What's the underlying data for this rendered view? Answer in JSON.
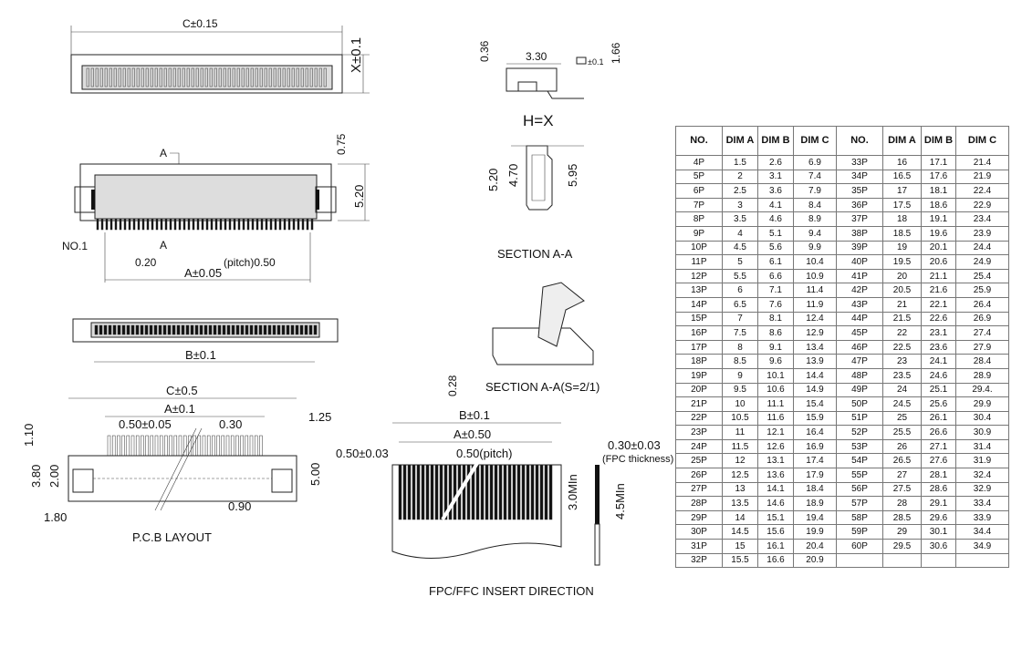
{
  "top_view": {
    "c": "C±0.15",
    "x": "X±0.1"
  },
  "side_view": {
    "d036": "0.36",
    "d330": "3.30",
    "d166": "1.66",
    "tol": "±0.1",
    "hx": "H=X"
  },
  "front_view": {
    "a_top": "A",
    "d075": "0.75",
    "d520": "5.20",
    "no1": "NO.1",
    "a_bot": "A",
    "d020": "0.20",
    "pitch": "(pitch)0.50",
    "a005": "A±0.05"
  },
  "section": {
    "d520": "5.20",
    "d470": "4.70",
    "d595": "5.95",
    "title": "SECTION A-A"
  },
  "bottom_view": {
    "b": "B±0.1"
  },
  "section_scaled": {
    "d028": "0.28",
    "title": "SECTION  A-A(S=2/1)"
  },
  "pcb": {
    "c": "C±0.5",
    "a": "A±0.1",
    "d050": "0.50±0.05",
    "d030": "0.30",
    "d125": "1.25",
    "d110": "1.10",
    "d380": "3.80",
    "d200": "2.00",
    "d500": "5.00",
    "d090": "0.90",
    "d180": "1.80",
    "title": "P.C.B LAYOUT"
  },
  "fpc": {
    "b": "B±0.1",
    "a": "A±0.50",
    "d050": "0.50±0.03",
    "pitch": "0.50(pitch)",
    "thick": "0.30±0.03",
    "thick_label": "(FPC thickness)",
    "min3": "3.0MIn",
    "min45": "4.5MIn",
    "title": "FPC/FFC INSERT DIRECTION"
  },
  "table": {
    "headers": [
      "NO.",
      "DIM A",
      "DIM B",
      "DIM C",
      "NO.",
      "DIM A",
      "DIM B",
      "DIM C"
    ],
    "rows": [
      [
        "4P",
        "1.5",
        "2.6",
        "6.9",
        "33P",
        "16",
        "17.1",
        "21.4"
      ],
      [
        "5P",
        "2",
        "3.1",
        "7.4",
        "34P",
        "16.5",
        "17.6",
        "21.9"
      ],
      [
        "6P",
        "2.5",
        "3.6",
        "7.9",
        "35P",
        "17",
        "18.1",
        "22.4"
      ],
      [
        "7P",
        "3",
        "4.1",
        "8.4",
        "36P",
        "17.5",
        "18.6",
        "22.9"
      ],
      [
        "8P",
        "3.5",
        "4.6",
        "8.9",
        "37P",
        "18",
        "19.1",
        "23.4"
      ],
      [
        "9P",
        "4",
        "5.1",
        "9.4",
        "38P",
        "18.5",
        "19.6",
        "23.9"
      ],
      [
        "10P",
        "4.5",
        "5.6",
        "9.9",
        "39P",
        "19",
        "20.1",
        "24.4"
      ],
      [
        "11P",
        "5",
        "6.1",
        "10.4",
        "40P",
        "19.5",
        "20.6",
        "24.9"
      ],
      [
        "12P",
        "5.5",
        "6.6",
        "10.9",
        "41P",
        "20",
        "21.1",
        "25.4"
      ],
      [
        "13P",
        "6",
        "7.1",
        "11.4",
        "42P",
        "20.5",
        "21.6",
        "25.9"
      ],
      [
        "14P",
        "6.5",
        "7.6",
        "11.9",
        "43P",
        "21",
        "22.1",
        "26.4"
      ],
      [
        "15P",
        "7",
        "8.1",
        "12.4",
        "44P",
        "21.5",
        "22.6",
        "26.9"
      ],
      [
        "16P",
        "7.5",
        "8.6",
        "12.9",
        "45P",
        "22",
        "23.1",
        "27.4"
      ],
      [
        "17P",
        "8",
        "9.1",
        "13.4",
        "46P",
        "22.5",
        "23.6",
        "27.9"
      ],
      [
        "18P",
        "8.5",
        "9.6",
        "13.9",
        "47P",
        "23",
        "24.1",
        "28.4"
      ],
      [
        "19P",
        "9",
        "10.1",
        "14.4",
        "48P",
        "23.5",
        "24.6",
        "28.9"
      ],
      [
        "20P",
        "9.5",
        "10.6",
        "14.9",
        "49P",
        "24",
        "25.1",
        "29.4."
      ],
      [
        "21P",
        "10",
        "11.1",
        "15.4",
        "50P",
        "24.5",
        "25.6",
        "29.9"
      ],
      [
        "22P",
        "10.5",
        "11.6",
        "15.9",
        "51P",
        "25",
        "26.1",
        "30.4"
      ],
      [
        "23P",
        "11",
        "12.1",
        "16.4",
        "52P",
        "25.5",
        "26.6",
        "30.9"
      ],
      [
        "24P",
        "11.5",
        "12.6",
        "16.9",
        "53P",
        "26",
        "27.1",
        "31.4"
      ],
      [
        "25P",
        "12",
        "13.1",
        "17.4",
        "54P",
        "26.5",
        "27.6",
        "31.9"
      ],
      [
        "26P",
        "12.5",
        "13.6",
        "17.9",
        "55P",
        "27",
        "28.1",
        "32.4"
      ],
      [
        "27P",
        "13",
        "14.1",
        "18.4",
        "56P",
        "27.5",
        "28.6",
        "32.9"
      ],
      [
        "28P",
        "13.5",
        "14.6",
        "18.9",
        "57P",
        "28",
        "29.1",
        "33.4"
      ],
      [
        "29P",
        "14",
        "15.1",
        "19.4",
        "58P",
        "28.5",
        "29.6",
        "33.9"
      ],
      [
        "30P",
        "14.5",
        "15.6",
        "19.9",
        "59P",
        "29",
        "30.1",
        "34.4"
      ],
      [
        "31P",
        "15",
        "16.1",
        "20.4",
        "60P",
        "29.5",
        "30.6",
        "34.9"
      ],
      [
        "32P",
        "15.5",
        "16.6",
        "20.9",
        "",
        "",
        "",
        ""
      ]
    ]
  }
}
